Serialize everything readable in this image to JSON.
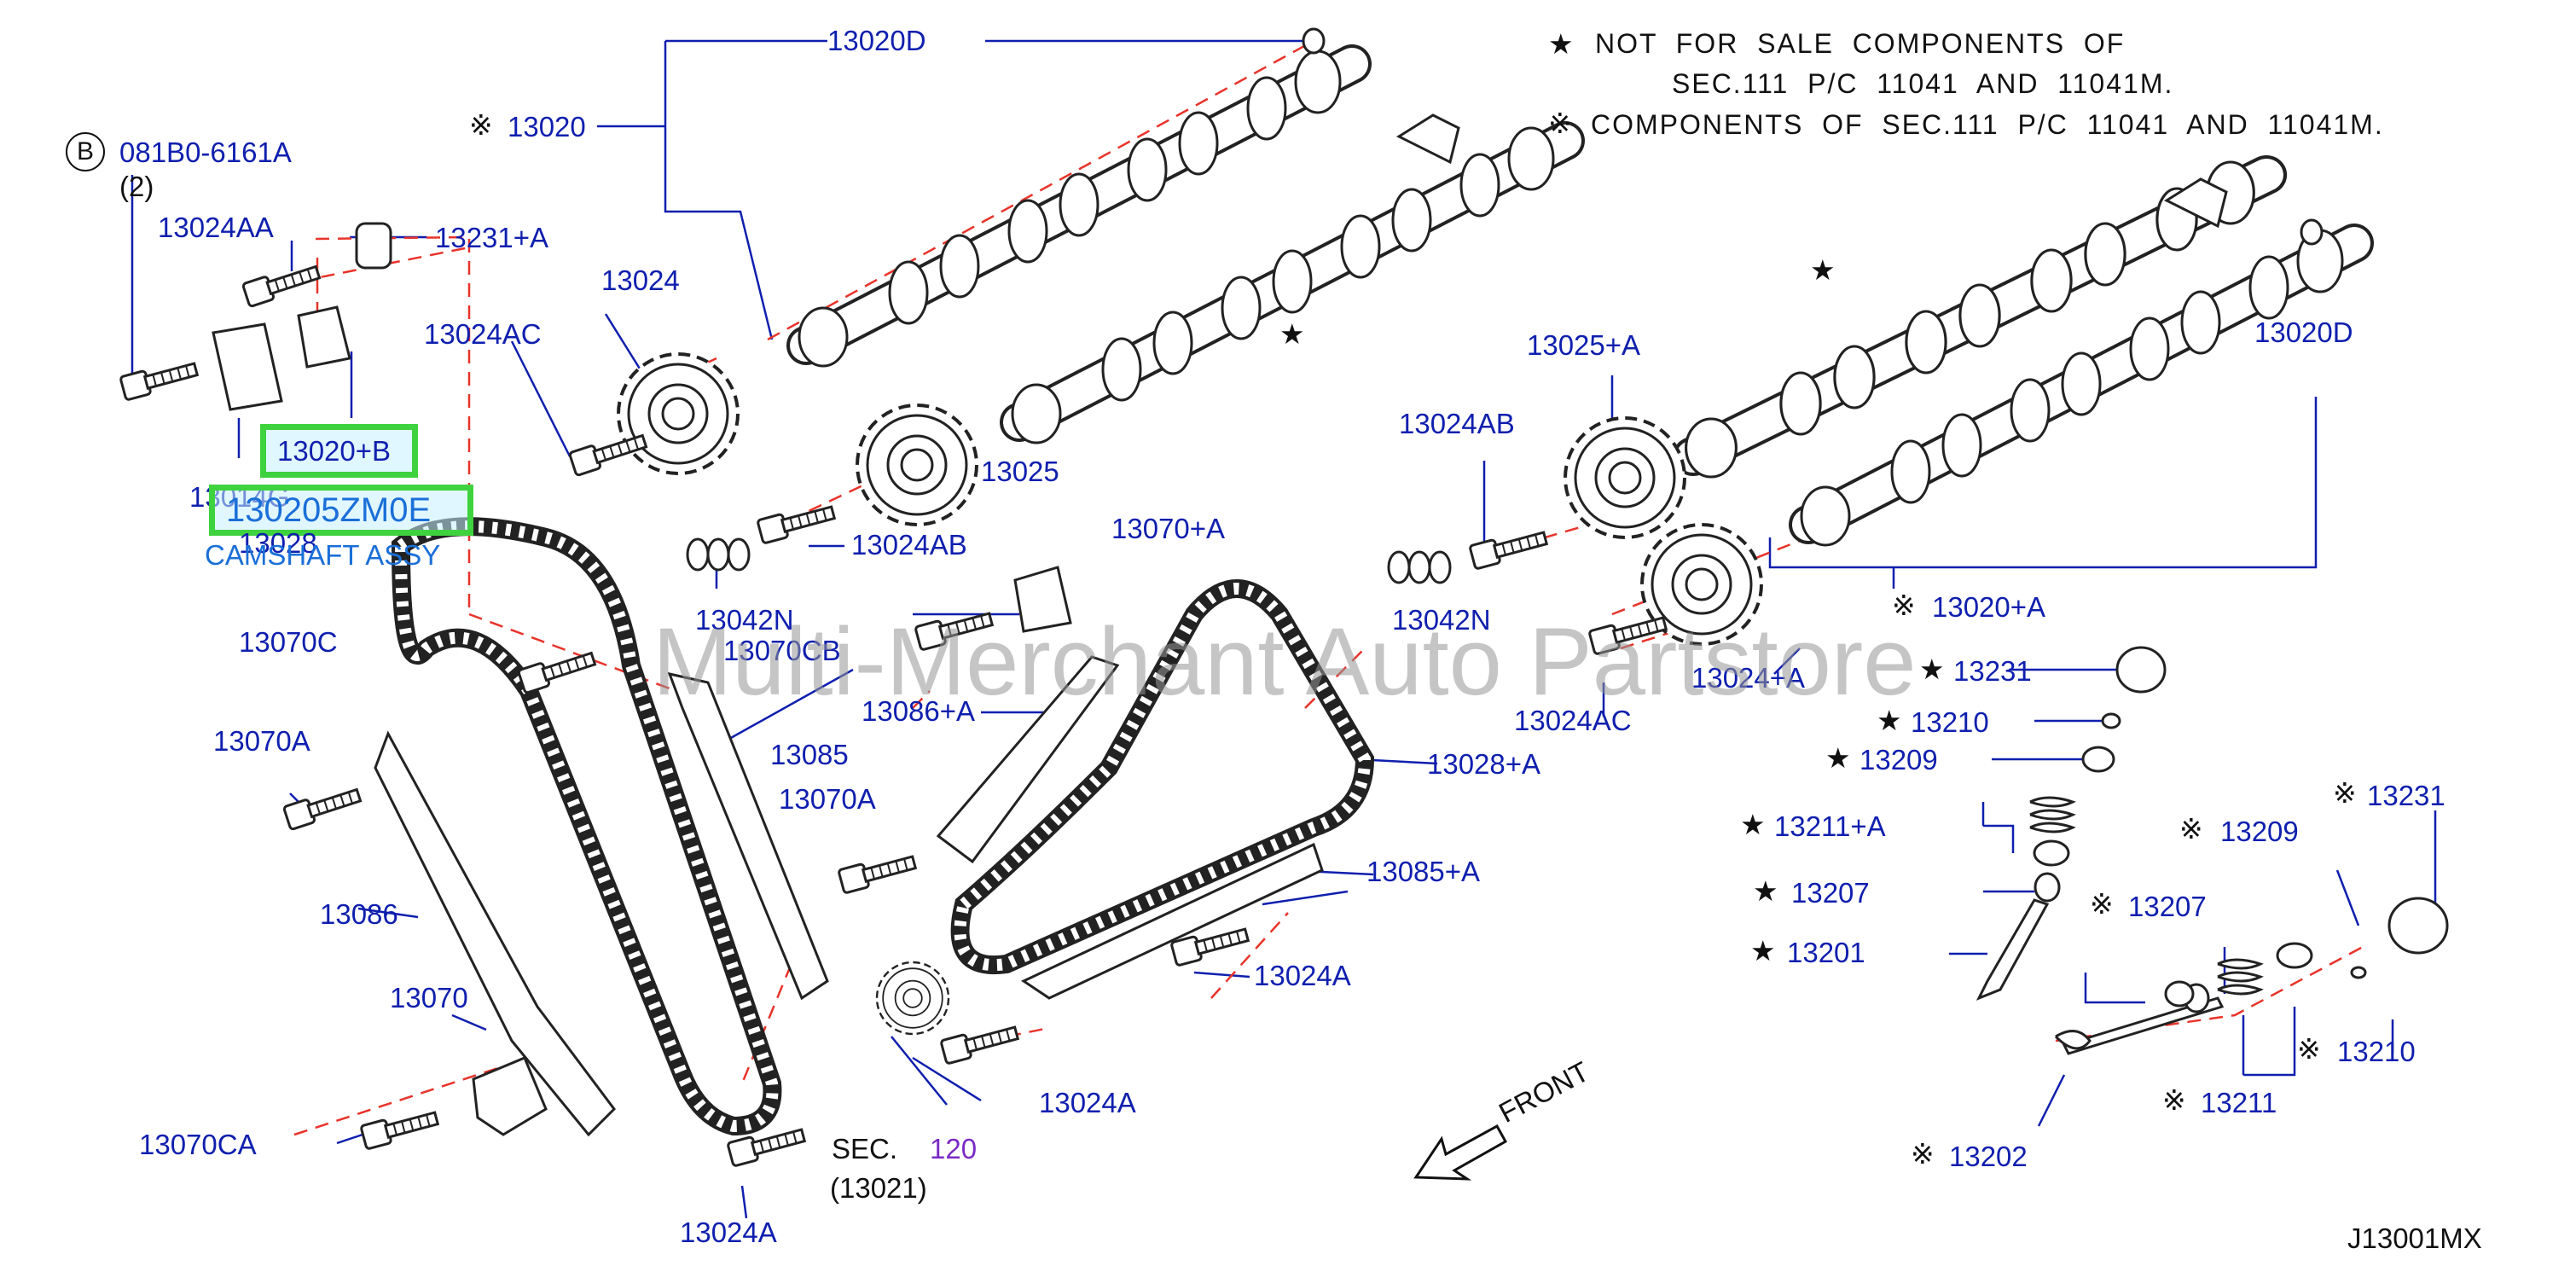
{
  "notes": {
    "star_line1": "NOT  FOR  SALE  COMPONENTS  OF",
    "star_line2": "SEC.111  P/C  11041  AND  11041M.",
    "kome_line": "COMPONENTS  OF  SEC.111  P/C  11041  AND  11041M."
  },
  "symbols": {
    "star": "★",
    "kome": "※",
    "b_circle": "B"
  },
  "bolt_ref": {
    "code": "081B0-6161A",
    "qty": "(2)"
  },
  "labels": {
    "p13020D_top": "13020D",
    "p13020": "13020",
    "p13024AA": "13024AA",
    "p13231A": "13231+A",
    "p13024AC_left": "13024AC",
    "p13024": "13024",
    "p13020B": "13020+B",
    "p13014G": "13014G",
    "p130205ZM0E": "130205ZM0E",
    "p13028": "13028",
    "camshaft_assy": "CAMSHAFT ASSY",
    "p13025": "13025",
    "p13024AB_mid": "13024AB",
    "p13042N_left": "13042N",
    "p13070CB": "13070CB",
    "p13070C": "13070C",
    "p13070A_left": "13070A",
    "p13085": "13085",
    "p13070A_mid": "13070A",
    "p13086A": "13086+A",
    "p13070plusA": "13070+A",
    "p13086": "13086",
    "p13070": "13070",
    "p13070CA": "13070CA",
    "p13024A_bottom": "13024A",
    "sec_label": "SEC.",
    "sec_num": "120",
    "sec_sub": "(13021)",
    "p13024A_mid2": "13024A",
    "p13024A_right": "13024A",
    "p13085A": "13085+A",
    "p13028A": "13028+A",
    "p13024AB_right": "13024AB",
    "p13025A": "13025+A",
    "p13042N_right": "13042N",
    "p13024AC_right": "13024AC",
    "p13024plusA": "13024+A",
    "p13020D_right": "13020D",
    "p13020A": "13020+A",
    "p13231_star": "13231",
    "p13210_star": "13210",
    "p13209_star": "13209",
    "p13211A": "13211+A",
    "p13207_star": "13207",
    "p13201": "13201",
    "p13209_kome": "13209",
    "p13231_kome": "13231",
    "p13207_kome": "13207",
    "p13210_kome": "13210",
    "p13211_kome": "13211",
    "p13202": "13202",
    "front": "FRONT",
    "diagram_id": "J13001MX"
  },
  "watermark": "Multi-Merchant Auto Partstore",
  "colors": {
    "label": "#0f1fae",
    "line": "#0f1fae",
    "dashed": "#e8332a",
    "highlight": "#3fd23f",
    "watermark": "#969696"
  }
}
